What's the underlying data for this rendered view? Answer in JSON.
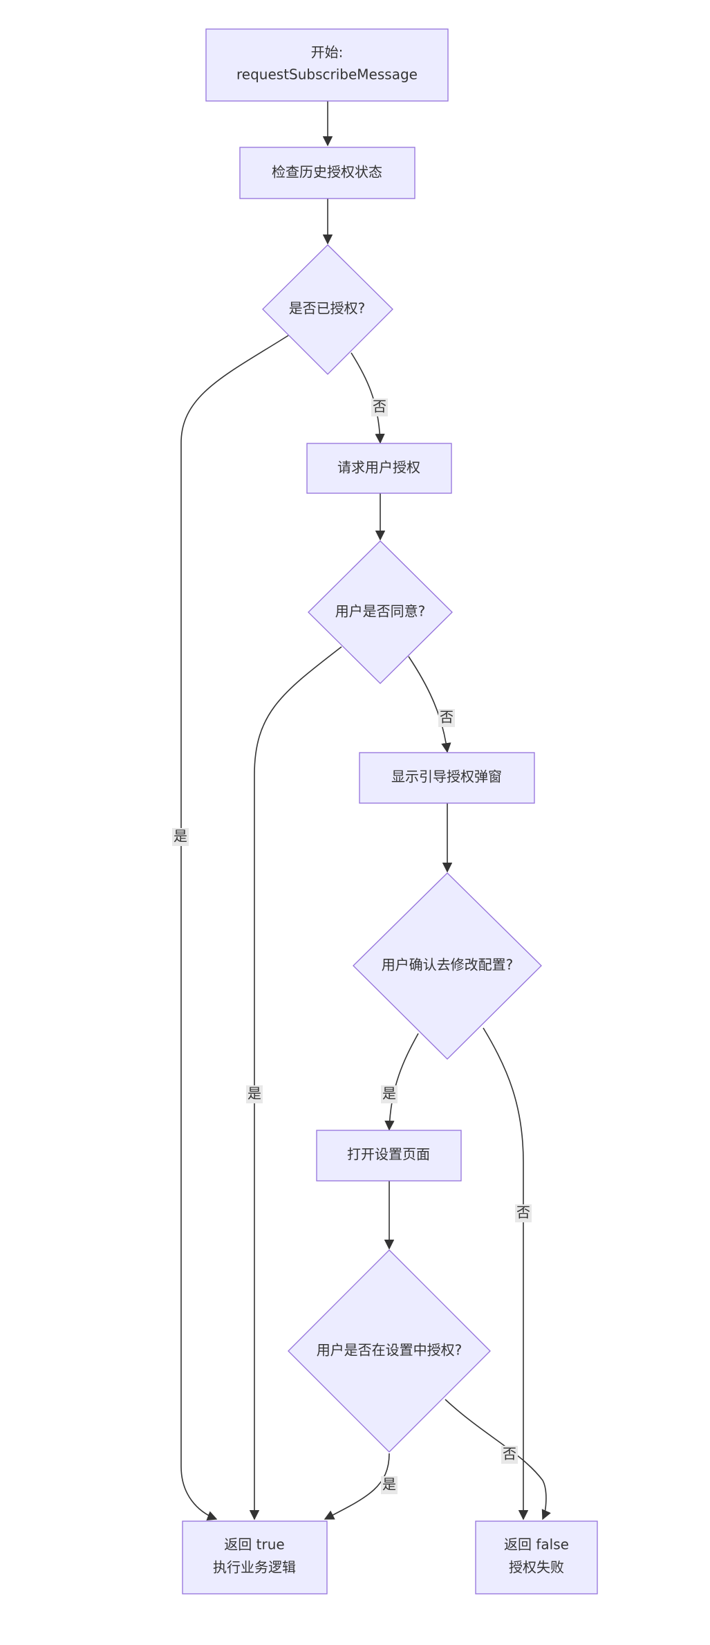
{
  "nodes": {
    "start": {
      "line1": "开始:",
      "line2": "requestSubscribeMessage"
    },
    "check_history": {
      "label": "检查历史授权状态"
    },
    "is_authorized": {
      "label": "是否已授权?"
    },
    "request_auth": {
      "label": "请求用户授权"
    },
    "user_agree": {
      "label": "用户是否同意?"
    },
    "show_guide": {
      "label": "显示引导授权弹窗"
    },
    "confirm_config": {
      "label": "用户确认去修改配置?"
    },
    "open_settings": {
      "label": "打开设置页面"
    },
    "auth_in_settings": {
      "label": "用户是否在设置中授权?"
    },
    "return_true": {
      "line1": "返回 true",
      "line2": "执行业务逻辑"
    },
    "return_false": {
      "line1": "返回 false",
      "line2": "授权失败"
    }
  },
  "edge_labels": {
    "no": "否",
    "yes": "是"
  },
  "colors": {
    "node_fill": "#ececff",
    "node_stroke": "#9370db",
    "edge": "#333333",
    "label_bg": "#e8e8e8"
  }
}
